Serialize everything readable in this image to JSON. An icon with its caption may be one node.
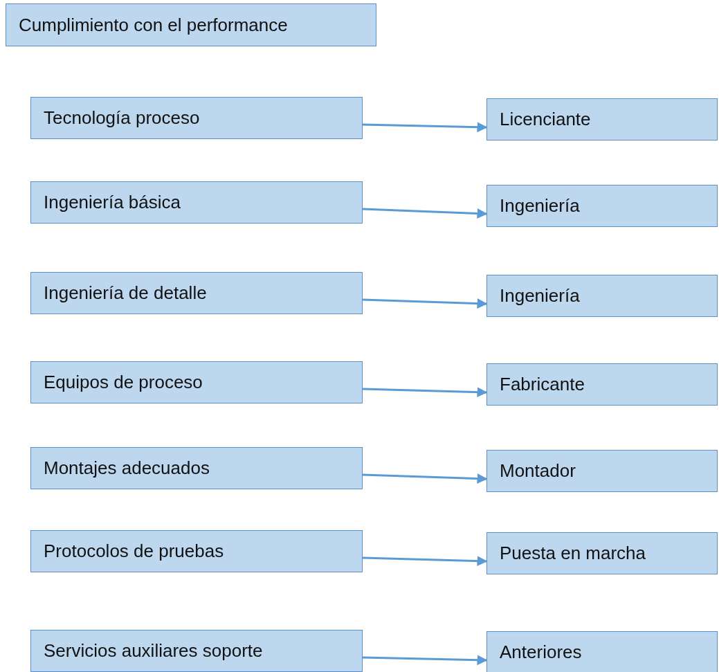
{
  "diagram": {
    "nodes": [
      {
        "text": [
          "Cumplimiento con el performance"
        ]
      },
      {
        "text": [
          "Tecnología proceso"
        ]
      },
      {
        "text": [
          "Licenciante"
        ]
      },
      {
        "text": [
          "Ingeniería básica"
        ]
      },
      {
        "text": [
          "Ingeniería"
        ]
      },
      {
        "text": [
          "Ingeniería de detalle"
        ]
      },
      {
        "text": [
          "Ingeniería"
        ]
      },
      {
        "text": [
          "Equipos de proceso"
        ]
      },
      {
        "text": [
          "Fabricante"
        ]
      },
      {
        "text": [
          "Montajes adecuados"
        ]
      },
      {
        "text": [
          "Montador"
        ]
      },
      {
        "text": [
          "Protocolos de pruebas"
        ]
      },
      {
        "text": [
          "Puesta en marcha"
        ]
      },
      {
        "text": [
          "Servicios auxiliares soporte"
        ]
      },
      {
        "text": [
          "Anteriores"
        ]
      }
    ],
    "edges": [
      {
        "from": 1,
        "to": 2,
        "arrow": "to"
      },
      {
        "from": 3,
        "to": 4,
        "arrow": "to"
      },
      {
        "from": 5,
        "to": 6,
        "arrow": "to"
      },
      {
        "from": 7,
        "to": 8,
        "arrow": "to"
      },
      {
        "from": 9,
        "to": 10,
        "arrow": "to"
      },
      {
        "from": 11,
        "to": 12,
        "arrow": "to"
      },
      {
        "from": 13,
        "to": 14,
        "arrow": "to"
      }
    ]
  }
}
